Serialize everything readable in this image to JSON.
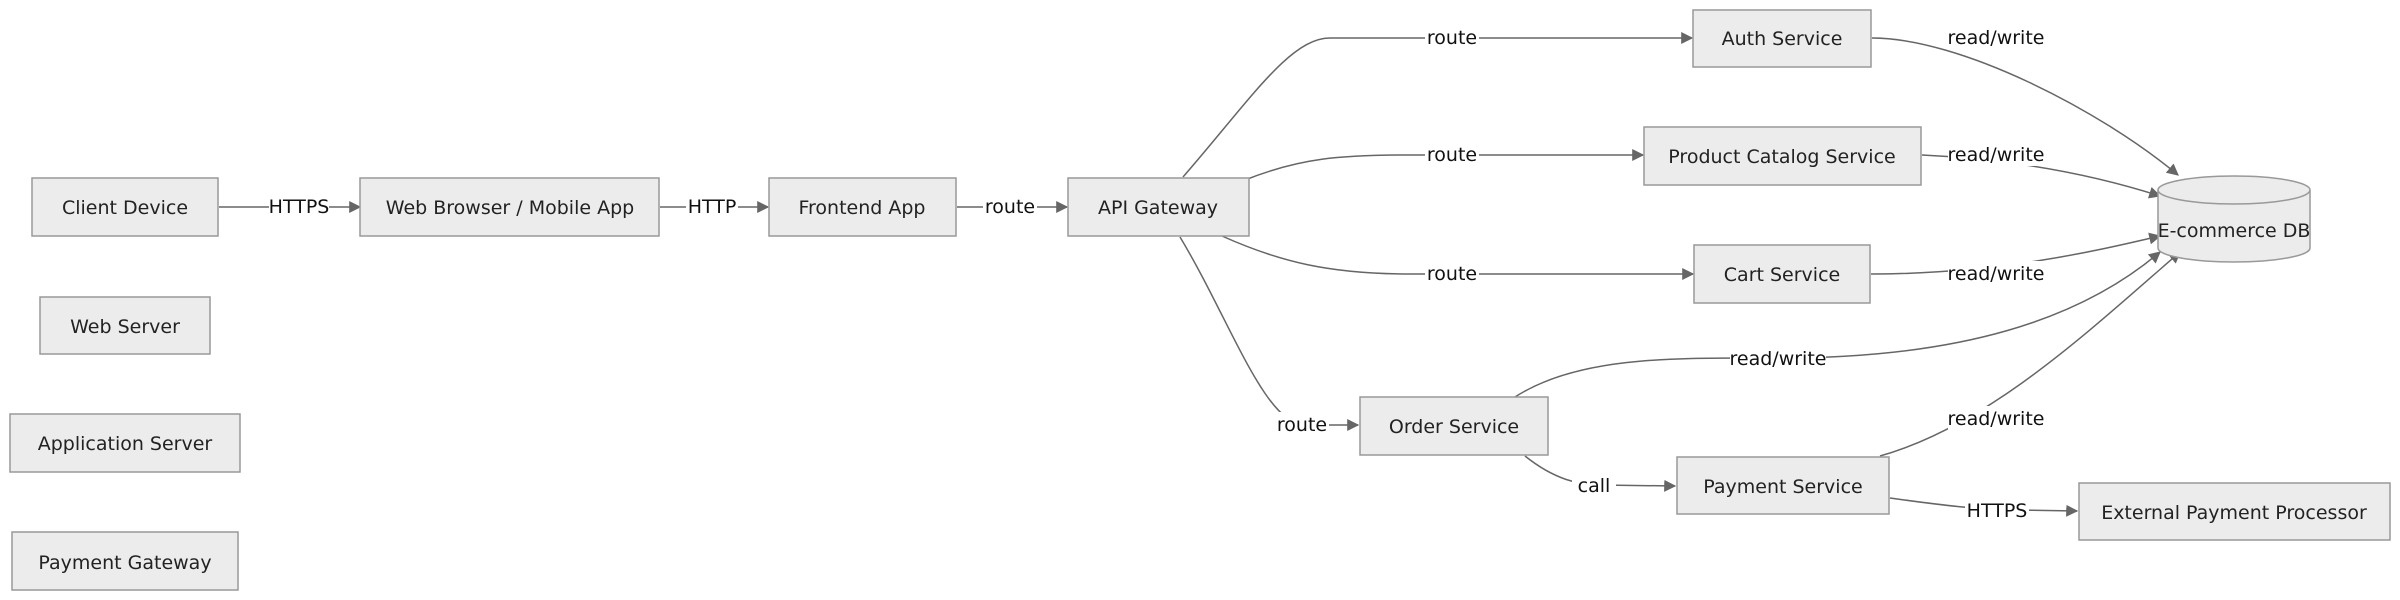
{
  "nodes": [
    {
      "id": "client",
      "label": "Client Device"
    },
    {
      "id": "browser",
      "label": "Web Browser / Mobile App"
    },
    {
      "id": "frontend",
      "label": "Frontend App"
    },
    {
      "id": "gateway",
      "label": "API Gateway"
    },
    {
      "id": "auth",
      "label": "Auth Service"
    },
    {
      "id": "catalog",
      "label": "Product Catalog Service"
    },
    {
      "id": "cart",
      "label": "Cart Service"
    },
    {
      "id": "order",
      "label": "Order Service"
    },
    {
      "id": "payment",
      "label": "Payment Service"
    },
    {
      "id": "external",
      "label": "External Payment Processor"
    },
    {
      "id": "db",
      "label": "E-commerce DB",
      "shape": "cylinder"
    },
    {
      "id": "webserver",
      "label": "Web Server"
    },
    {
      "id": "appserver",
      "label": "Application Server"
    },
    {
      "id": "paygateway",
      "label": "Payment Gateway"
    }
  ],
  "edges": [
    {
      "id": "e1",
      "from": "client",
      "to": "browser",
      "label": "HTTPS"
    },
    {
      "id": "e2",
      "from": "browser",
      "to": "frontend",
      "label": "HTTP"
    },
    {
      "id": "e3",
      "from": "frontend",
      "to": "gateway",
      "label": "route"
    },
    {
      "id": "e4",
      "from": "gateway",
      "to": "auth",
      "label": "route"
    },
    {
      "id": "e5",
      "from": "gateway",
      "to": "catalog",
      "label": "route"
    },
    {
      "id": "e6",
      "from": "gateway",
      "to": "cart",
      "label": "route"
    },
    {
      "id": "e7",
      "from": "gateway",
      "to": "order",
      "label": "route"
    },
    {
      "id": "e8",
      "from": "auth",
      "to": "db",
      "label": "read/write"
    },
    {
      "id": "e9",
      "from": "catalog",
      "to": "db",
      "label": "read/write"
    },
    {
      "id": "e10",
      "from": "cart",
      "to": "db",
      "label": "read/write"
    },
    {
      "id": "e11",
      "from": "order",
      "to": "db",
      "label": "read/write"
    },
    {
      "id": "e12",
      "from": "payment",
      "to": "db",
      "label": "read/write"
    },
    {
      "id": "e13",
      "from": "order",
      "to": "payment",
      "label": "call"
    },
    {
      "id": "e14",
      "from": "payment",
      "to": "external",
      "label": "HTTPS"
    }
  ]
}
